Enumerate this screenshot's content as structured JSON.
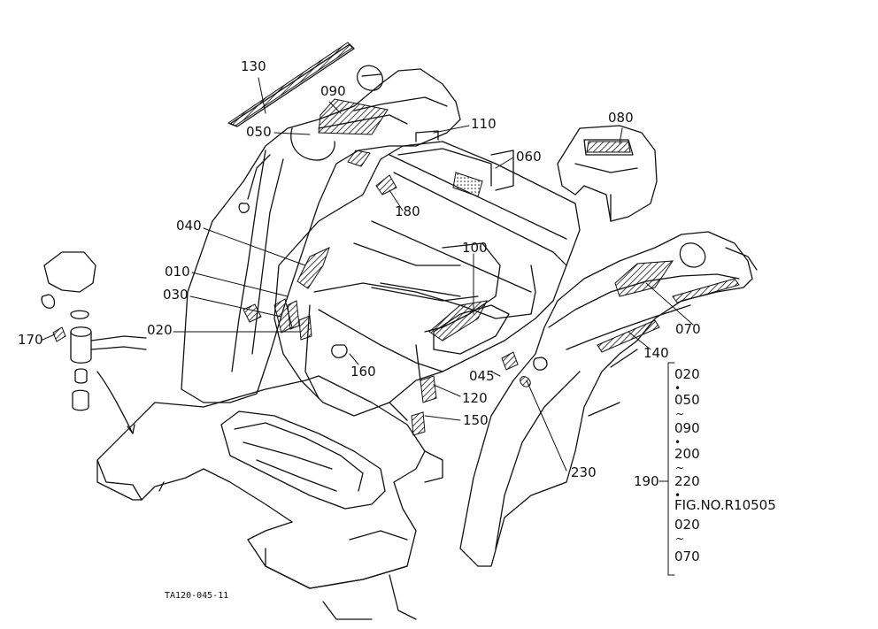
{
  "callouts": {
    "c130": "130",
    "c090": "090",
    "c050": "050",
    "c110": "110",
    "c080": "080",
    "c060": "060",
    "c180": "180",
    "c040": "040",
    "c100": "100",
    "c010": "010",
    "c030": "030",
    "c020": "020",
    "c170": "170",
    "c160": "160",
    "c045": "045",
    "c120": "120",
    "c150": "150",
    "c070": "070",
    "c140": "140",
    "c230": "230",
    "c190": "190"
  },
  "legend": {
    "l1": "020",
    "l2": "050",
    "l3": "090",
    "l4": "200",
    "l5": "220",
    "ref": "FIG.NO.R10505",
    "l6": "020",
    "l7": "070",
    "dot": "•",
    "tilde": "~"
  },
  "footer": {
    "drawing_id": "TA120-045-11"
  }
}
